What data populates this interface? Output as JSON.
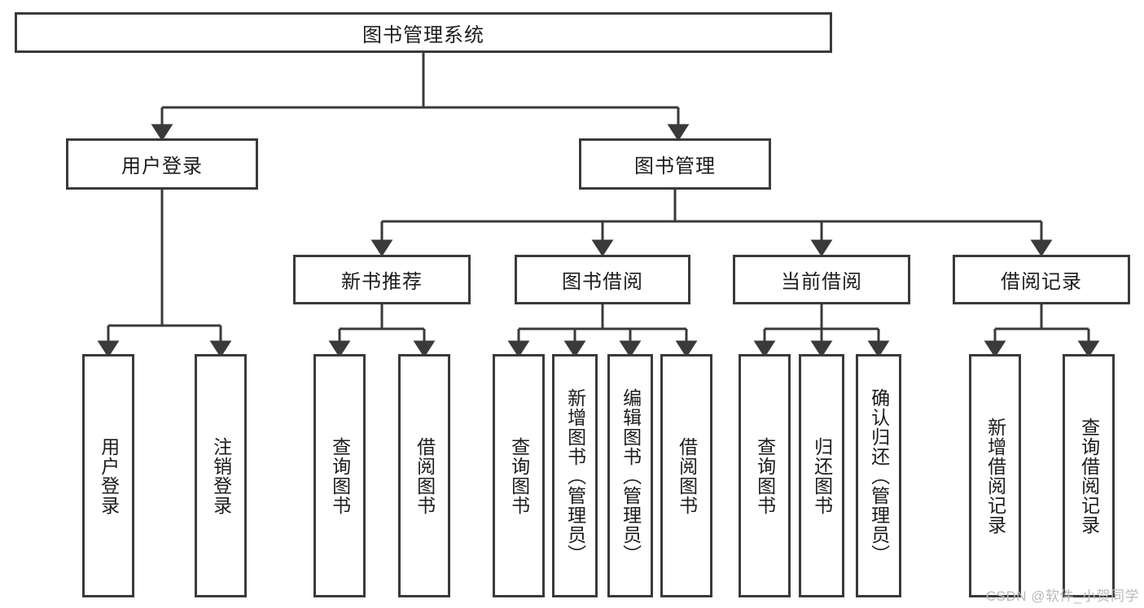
{
  "diagram": {
    "title": "图书管理系统",
    "watermark": "CSDN @软件_小贺同学",
    "line_color": "#3a3a3a",
    "box_fill": "#ffffff",
    "text_color": "#1c1c1c",
    "root": {
      "label": "图书管理系统"
    },
    "level2": [
      {
        "label": "用户登录"
      },
      {
        "label": "图书管理"
      }
    ],
    "level3": [
      {
        "label": "新书推荐"
      },
      {
        "label": "图书借阅"
      },
      {
        "label": "当前借阅"
      },
      {
        "label": "借阅记录"
      }
    ],
    "leaves": {
      "user_login": [
        {
          "label": "用户登录"
        },
        {
          "label": "注销登录"
        }
      ],
      "new_book_recommend": [
        {
          "label": "查询图书"
        },
        {
          "label": "借阅图书"
        }
      ],
      "book_borrow": [
        {
          "label": "查询图书"
        },
        {
          "label": "新增图书（管理员）"
        },
        {
          "label": "编辑图书（管理员）"
        },
        {
          "label": "借阅图书"
        }
      ],
      "current_borrow": [
        {
          "label": "查询图书"
        },
        {
          "label": "归还图书"
        },
        {
          "label": "确认归还（管理员）"
        }
      ],
      "borrow_record": [
        {
          "label": "新增借阅记录"
        },
        {
          "label": "查询借阅记录"
        }
      ]
    }
  }
}
